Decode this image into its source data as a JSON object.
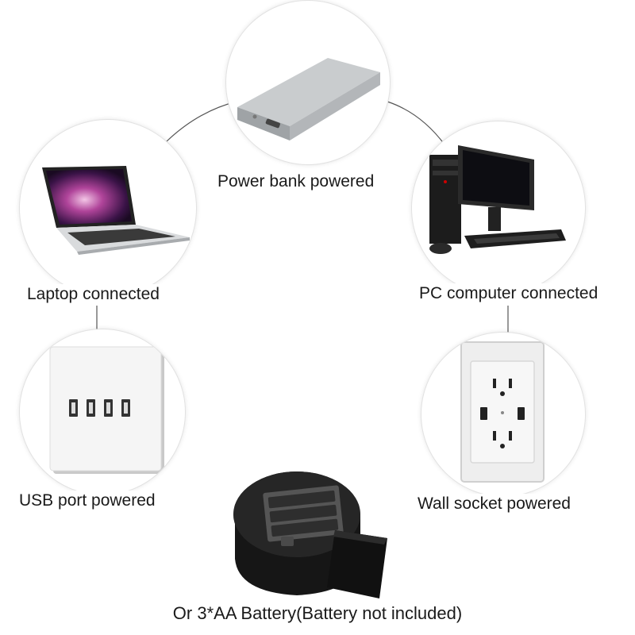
{
  "items": [
    {
      "label": "Power bank powered",
      "icon": "power-bank"
    },
    {
      "label": "Laptop connected",
      "icon": "laptop"
    },
    {
      "label": "PC computer connected",
      "icon": "desktop-pc"
    },
    {
      "label": "USB port powered",
      "icon": "usb-wall-panel"
    },
    {
      "label": "Wall socket powered",
      "icon": "wall-socket"
    }
  ],
  "battery": {
    "icon": "battery-compartment",
    "caption": "Or 3*AA Battery(Battery not included)"
  }
}
